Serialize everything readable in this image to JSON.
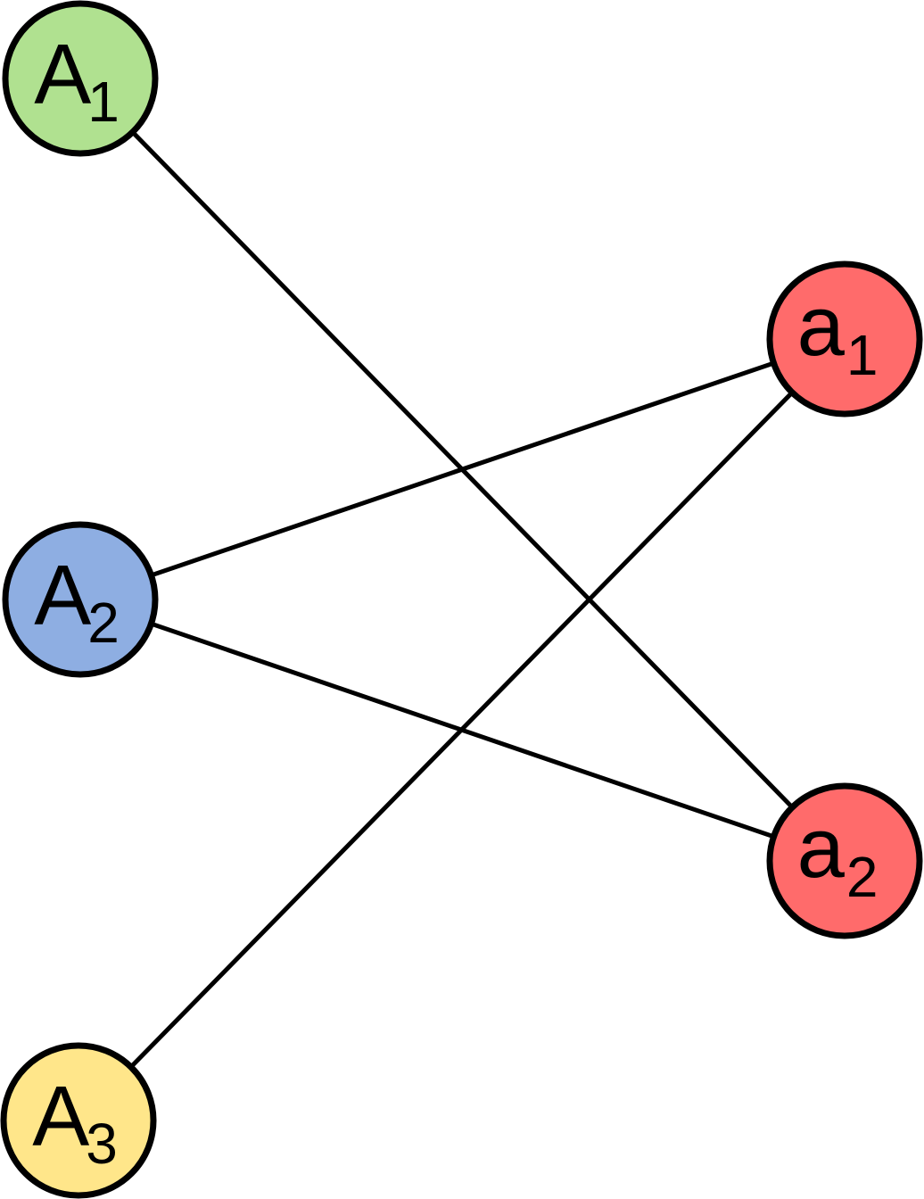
{
  "nodes": [
    {
      "id": "A1",
      "letter": "A",
      "sub": "1",
      "color": "#b0e190"
    },
    {
      "id": "A2",
      "letter": "A",
      "sub": "2",
      "color": "#8eaee2"
    },
    {
      "id": "A3",
      "letter": "A",
      "sub": "3",
      "color": "#ffe68a"
    },
    {
      "id": "a1",
      "letter": "a",
      "sub": "1",
      "color": "#ff6b6b"
    },
    {
      "id": "a2",
      "letter": "a",
      "sub": "2",
      "color": "#ff6b6b"
    }
  ],
  "edges": [
    {
      "from": "A1",
      "to": "a2"
    },
    {
      "from": "A2",
      "to": "a1"
    },
    {
      "from": "A2",
      "to": "a2"
    },
    {
      "from": "A3",
      "to": "a1"
    }
  ]
}
